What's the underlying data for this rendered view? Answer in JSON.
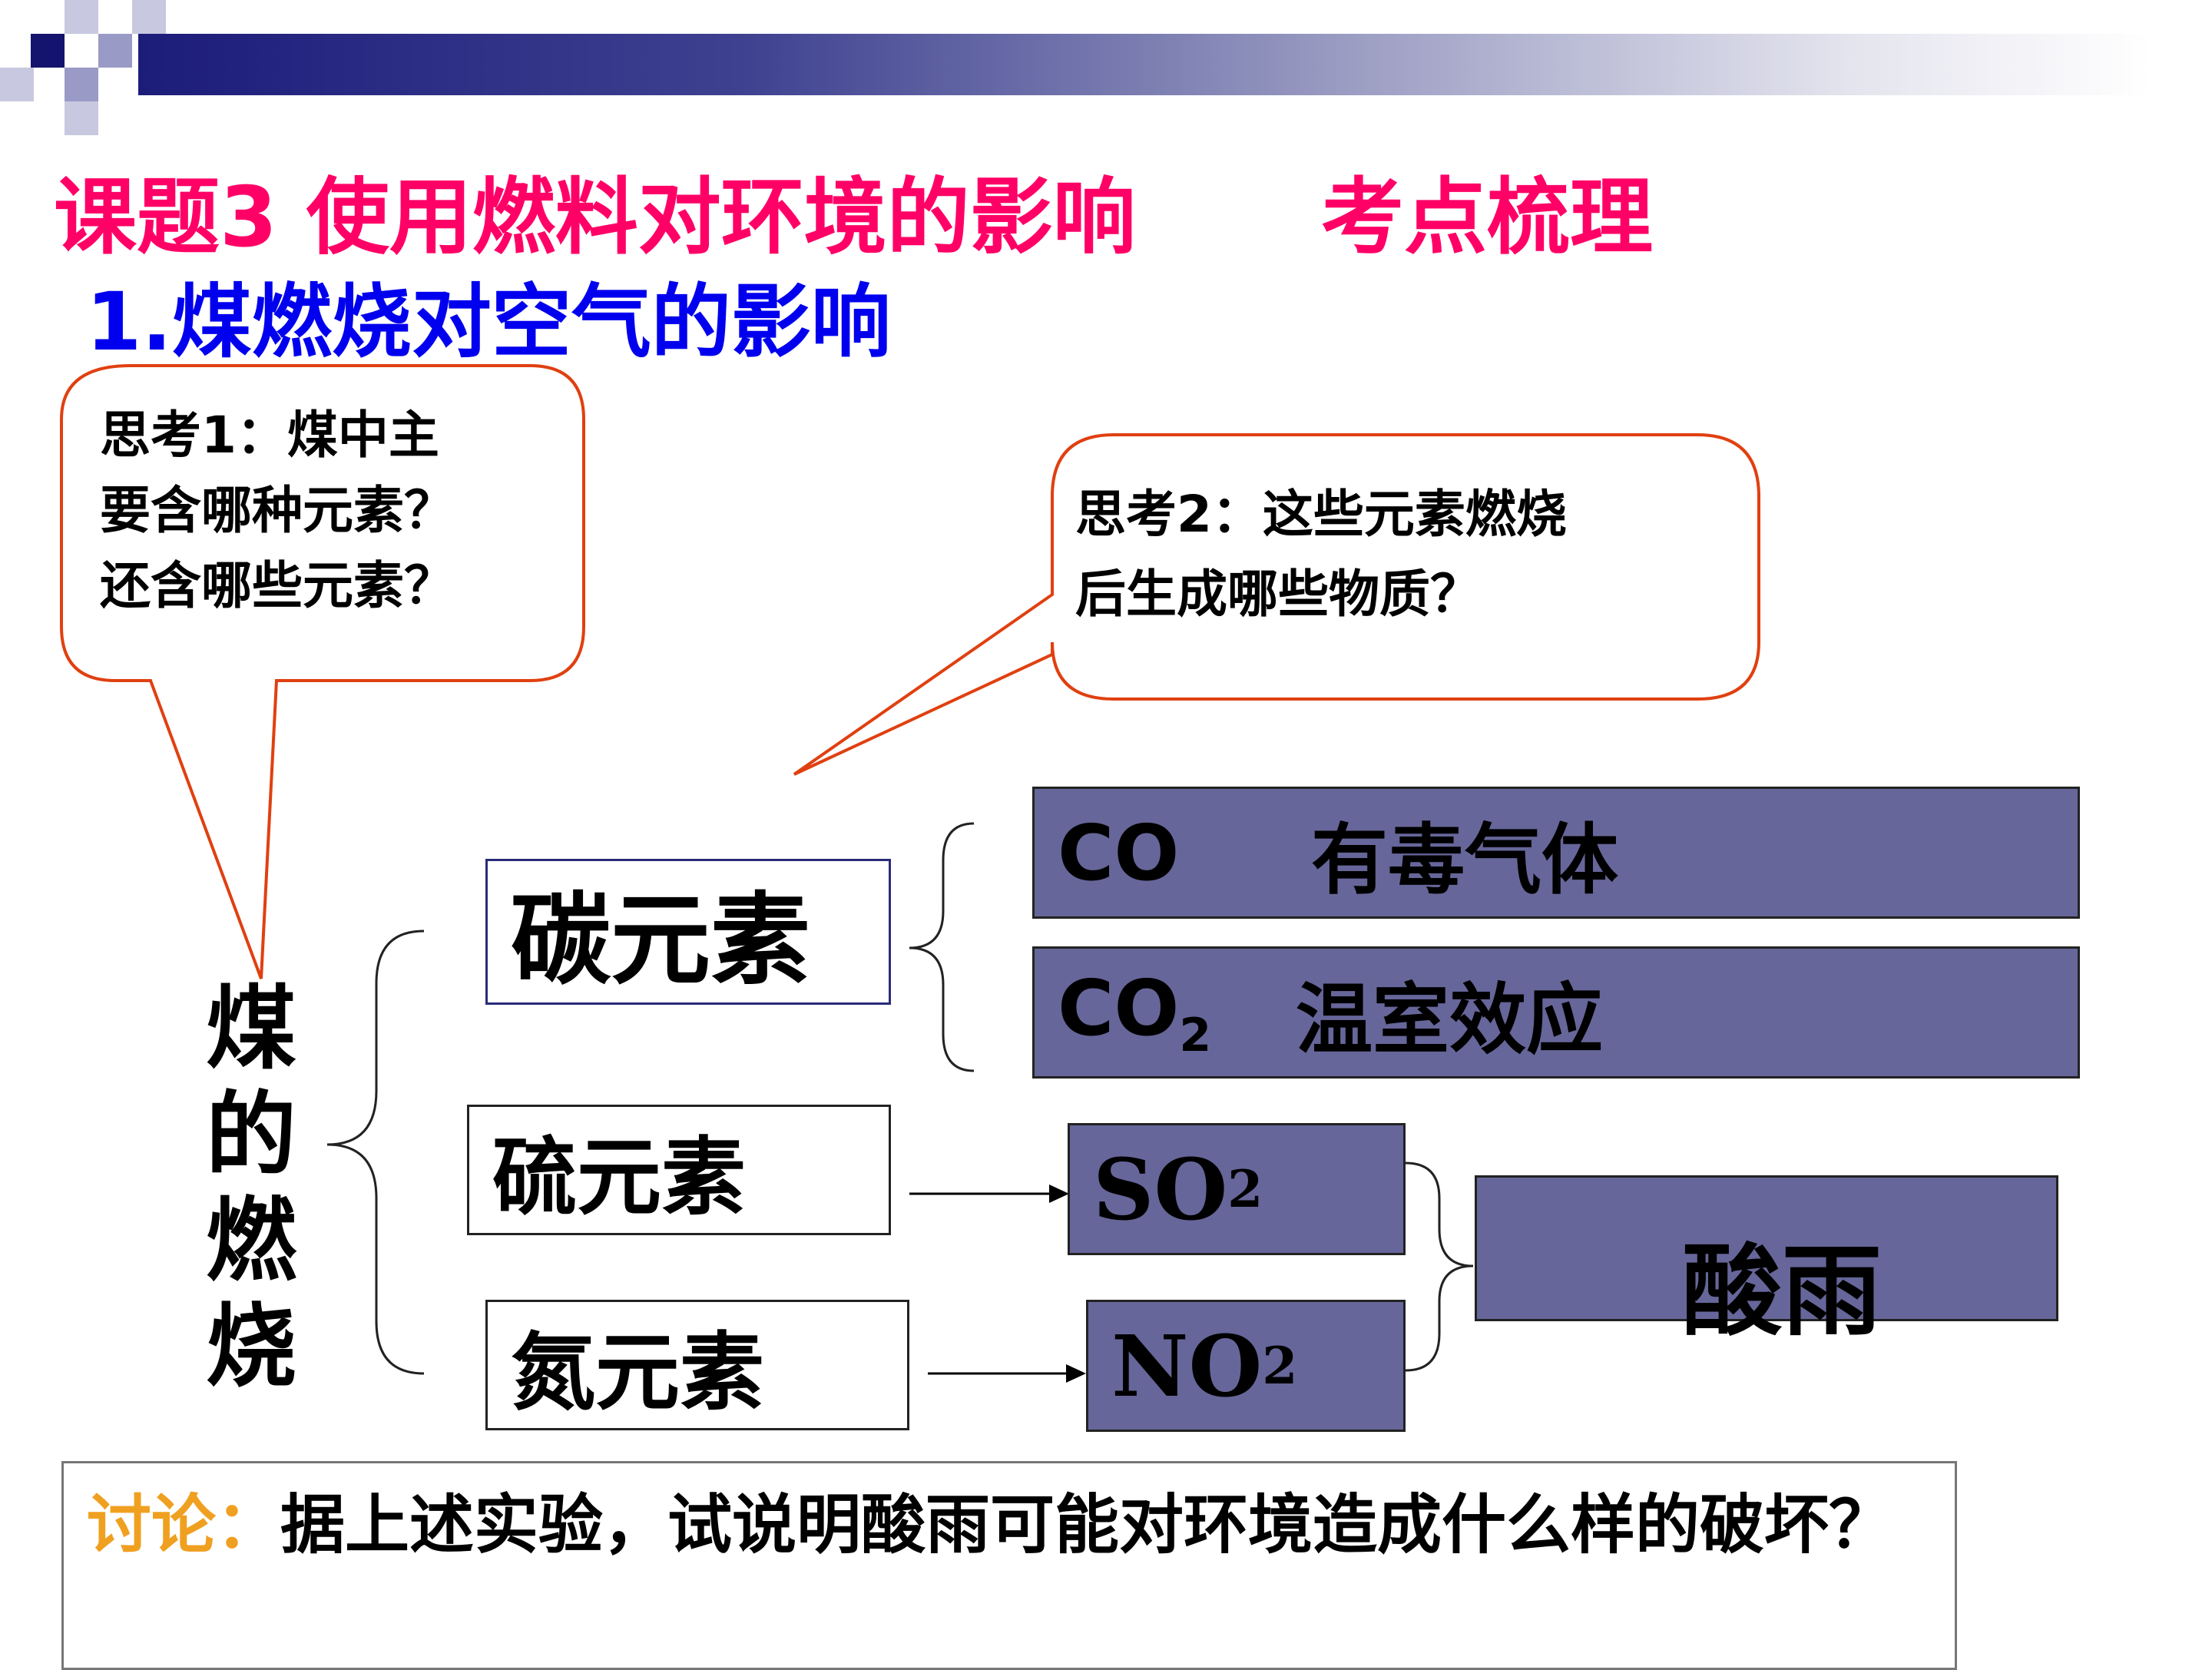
{
  "header": {
    "title": "课题3  使用燃料对环境的影响",
    "title_right": "考点梳理",
    "subtitle": "1.煤燃烧对空气的影响"
  },
  "bubbles": {
    "think1": [
      "思考1：煤中主",
      "要含哪种元素？",
      "还含哪些元素？"
    ],
    "think2": [
      "思考2：这些元素燃烧",
      "后生成哪些物质？"
    ]
  },
  "diagram": {
    "root": "煤的燃烧",
    "carbon": "碳元素",
    "sulfur": "硫元素",
    "nitrogen": "氮元素",
    "co": {
      "formula": "CO",
      "desc": "有毒气体"
    },
    "co2": {
      "formula": "CO",
      "sub": "2",
      "desc": "温室效应"
    },
    "so2": {
      "formula": "SO",
      "sub": "2"
    },
    "no2": {
      "formula": "NO",
      "sub": "2"
    },
    "acid_rain": "酸雨"
  },
  "discussion": {
    "label": "讨论：",
    "text": "据上述实验，试说明酸雨可能对环境造成什么样的破坏？"
  },
  "colors": {
    "title": "#ff0066",
    "subtitle": "#0000ee",
    "box_fill": "#66669a",
    "callout_line": "#e04010",
    "discussion_label": "#f0a020"
  }
}
